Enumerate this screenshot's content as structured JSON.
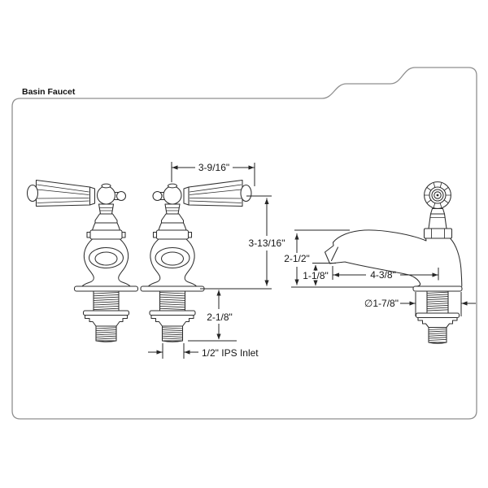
{
  "page": {
    "title": "Basin Faucet"
  },
  "dimensions": {
    "handle_length": "3-9/16\"",
    "faucet_height": "3-13/16\"",
    "spout_height": "2-1/2\"",
    "outlet_clearance": "1-1/8\"",
    "spout_reach": "4-3/8\"",
    "base_diameter": "∅1-7/8\"",
    "shank_height": "2-1/8\"",
    "inlet": "1/2\" IPS Inlet"
  },
  "colors": {
    "background": "#ffffff",
    "drawing_line": "#2e2e2e",
    "folder_outline": "#8f8f8f",
    "label_text": "#161616"
  }
}
